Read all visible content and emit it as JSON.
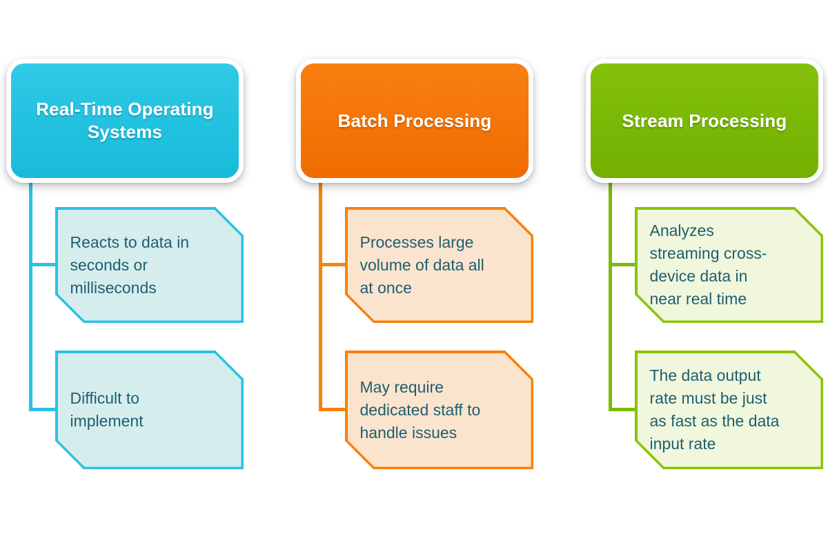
{
  "diagram": {
    "text_color": "#1E5E70",
    "columns": [
      {
        "title": "Real-Time Operating\nSystems",
        "colors": {
          "header_top": "#2FCAE6",
          "header_bottom": "#18BADB",
          "connector": "#2AC2E4",
          "child_border": "#2AC2E4",
          "child_fill": "#D6EDEE"
        },
        "children": [
          {
            "text": "Reacts to data in\nseconds or\nmilliseconds"
          },
          {
            "text": "Difficult to\nimplement"
          }
        ]
      },
      {
        "title": "Batch Processing",
        "colors": {
          "header_top": "#F97F10",
          "header_bottom": "#F06C00",
          "connector": "#F6820D",
          "child_border": "#F6820D",
          "child_fill": "#FBE4CE"
        },
        "children": [
          {
            "text": "Processes large\nvolume of data all\nat once"
          },
          {
            "text": "May require\ndedicated staff to\nhandle issues"
          }
        ]
      },
      {
        "title": "Stream Processing",
        "colors": {
          "header_top": "#83C10D",
          "header_bottom": "#73B000",
          "connector": "#7CBB02",
          "child_border": "#8BC303",
          "child_fill": "#F0F7DC"
        },
        "children": [
          {
            "text": "Analyzes\nstreaming cross-\ndevice data in\nnear real time"
          },
          {
            "text": "The data output\nrate must be just\nas fast as the data\ninput rate"
          }
        ]
      }
    ]
  }
}
